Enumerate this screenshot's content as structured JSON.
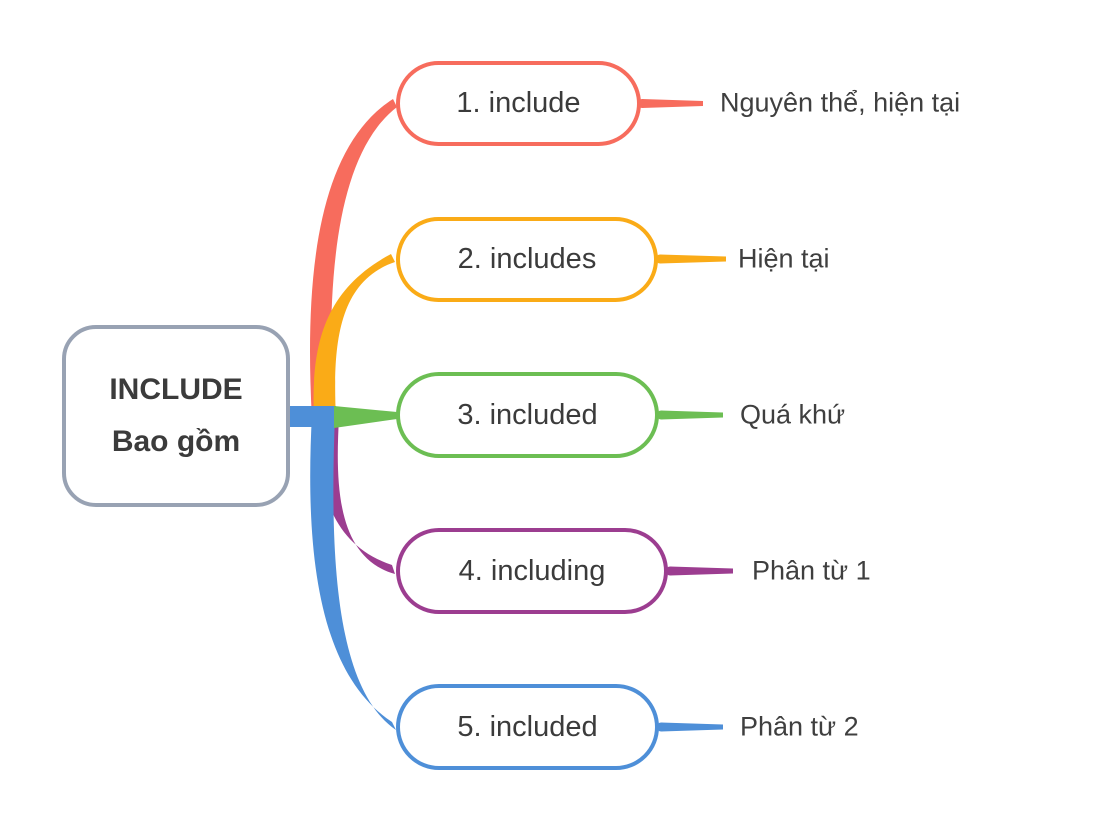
{
  "style": {
    "background": "#FFFFFF",
    "topic_fill": "#FFFFFF",
    "topic_text_color": "#3B3B3B",
    "note_text_color": "#3F3F3F"
  },
  "root": {
    "title": "INCLUDE",
    "subtitle": "Bao gồm",
    "border_color": "#98A2B3",
    "connector_color": "#4E8FD8"
  },
  "branches": [
    {
      "label": "1. include",
      "note": "Nguyên thể, hiện tại",
      "color": "#F76C5D"
    },
    {
      "label": "2. includes",
      "note": "Hiện tại",
      "color": "#FAAB17"
    },
    {
      "label": "3. included",
      "note": "Quá khứ",
      "color": "#6CBE53"
    },
    {
      "label": "4. including",
      "note": "Phân từ 1",
      "color": "#9C3D90"
    },
    {
      "label": "5. included",
      "note": "Phân từ 2",
      "color": "#4E8FD8"
    }
  ]
}
